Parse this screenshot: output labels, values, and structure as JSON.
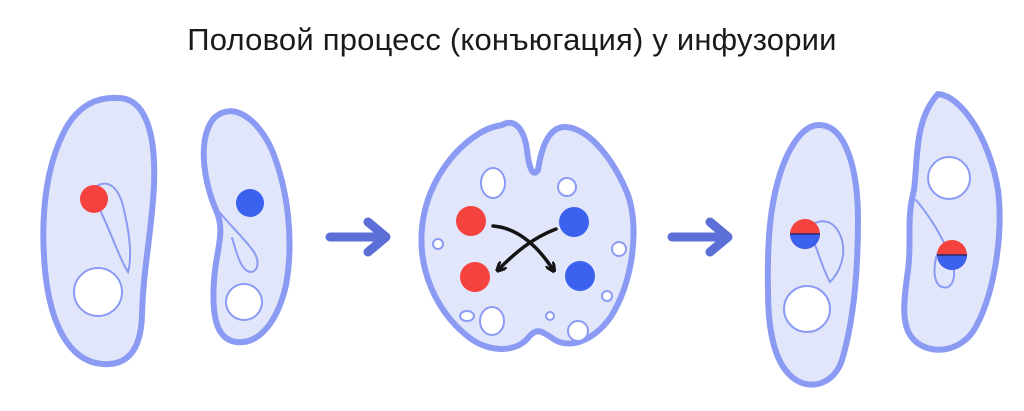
{
  "title": "Половой процесс (конъюгация) у инфузории",
  "colors": {
    "cell_fill": "#e2e6fb",
    "cell_stroke": "#8b9bf3",
    "vacuole_fill": "#ffffff",
    "nucleus_red": "#f4423f",
    "nucleus_blue": "#3b62ef",
    "arrow": "#5b6fd6",
    "exchange_arrow": "#141414"
  },
  "stages": [
    {
      "name": "stage-1-separate-cells"
    },
    {
      "name": "stage-2-conjugation-exchange"
    },
    {
      "name": "stage-3-separated-after-exchange"
    }
  ]
}
